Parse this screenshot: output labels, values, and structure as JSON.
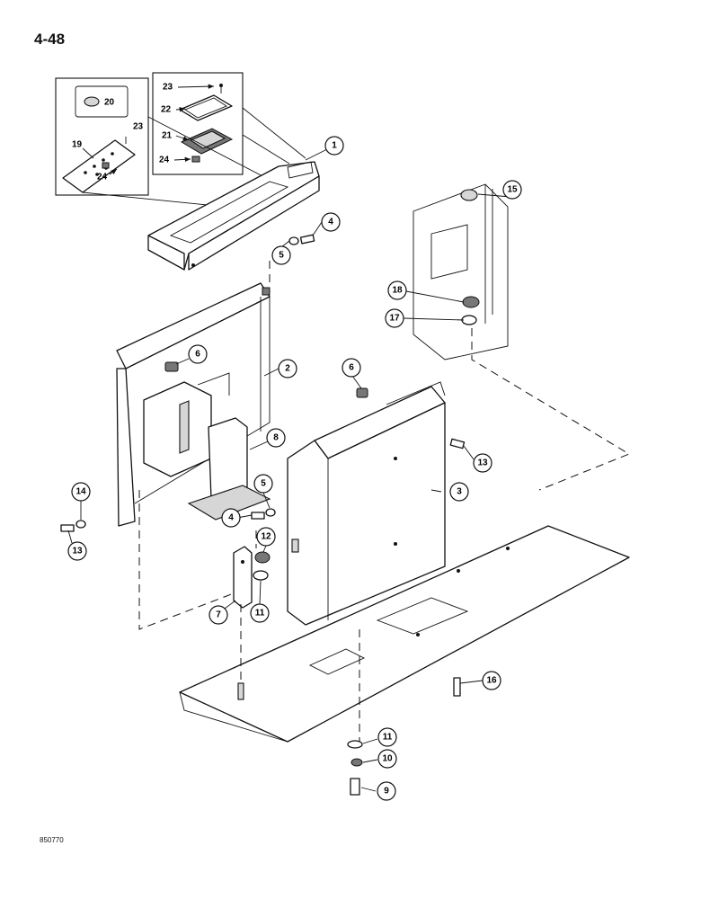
{
  "page": {
    "number": "4-48",
    "figure_id": "850770"
  },
  "callouts": {
    "c1": "1",
    "c2": "2",
    "c3": "3",
    "c4a": "4",
    "c4b": "4",
    "c5a": "5",
    "c5b": "5",
    "c6a": "6",
    "c6b": "6",
    "c7": "7",
    "c8": "8",
    "c9": "9",
    "c10": "10",
    "c11a": "11",
    "c11b": "11",
    "c12": "12",
    "c13a": "13",
    "c13b": "13",
    "c14": "14",
    "c15": "15",
    "c16": "16",
    "c17": "17",
    "c18": "18"
  },
  "inset_labels": {
    "l19": "19",
    "l20": "20",
    "l21": "21",
    "l22": "22",
    "l23a": "23",
    "l23b": "23",
    "l24a": "24",
    "l24b": "24"
  }
}
